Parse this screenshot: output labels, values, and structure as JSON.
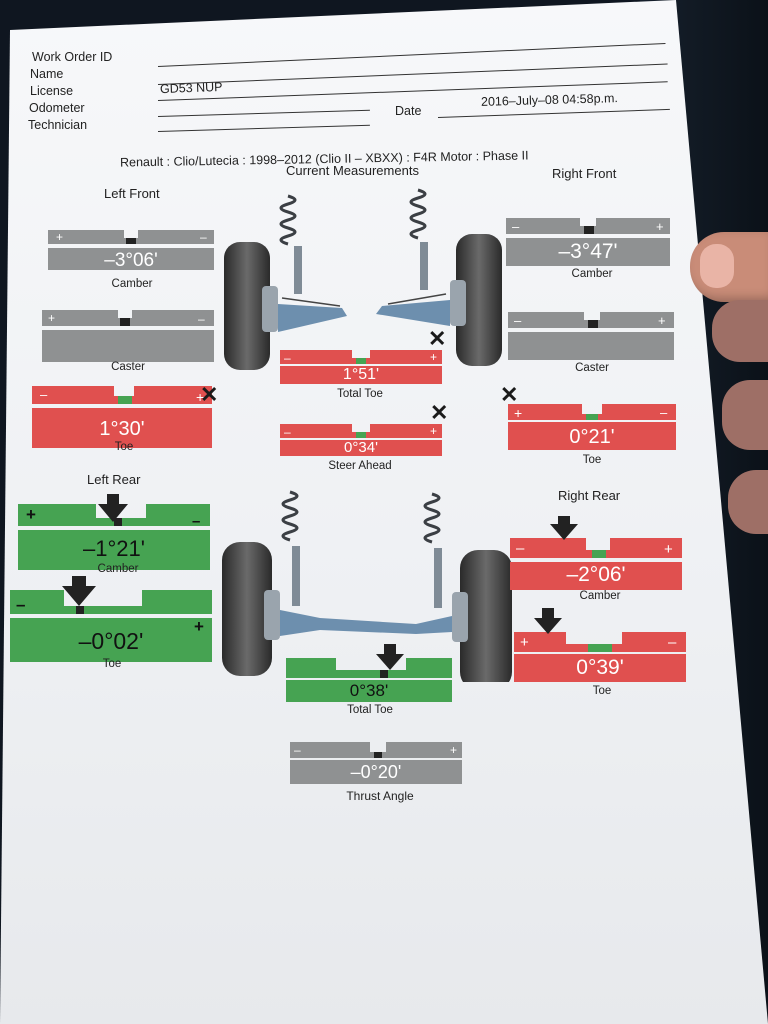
{
  "form": {
    "work_order_label": "Work Order ID",
    "name_label": "Name",
    "license_label": "License",
    "license_value": "GD53 NUP",
    "odometer_label": "Odometer",
    "technician_label": "Technician",
    "date_label": "Date",
    "date_value": "2016–July–08 04:58p.m."
  },
  "vehicle_title": "Renault : Clio/Lutecia : 1998–2012 (Clio II – XBXX) : F4R Motor : Phase II",
  "headings": {
    "current": "Current Measurements",
    "left_front": "Left Front",
    "right_front": "Right Front",
    "left_rear": "Left Rear",
    "right_rear": "Right Rear"
  },
  "colors": {
    "gray": "#8f9192",
    "red": "#e0504f",
    "green": "#46a352"
  },
  "gauges": {
    "lf_camber": {
      "value": "–3°06'",
      "label": "Camber",
      "status": "gray"
    },
    "lf_caster": {
      "value": "",
      "label": "Caster",
      "status": "gray"
    },
    "lf_toe": {
      "value": "1°30'",
      "label": "Toe",
      "status": "red"
    },
    "total_toe_front": {
      "value": "1°51'",
      "label": "Total Toe",
      "status": "red"
    },
    "steer_ahead": {
      "value": "0°34'",
      "label": "Steer Ahead",
      "status": "red"
    },
    "rf_camber": {
      "value": "–3°47'",
      "label": "Camber",
      "status": "gray"
    },
    "rf_caster": {
      "value": "",
      "label": "Caster",
      "status": "gray"
    },
    "rf_toe": {
      "value": "0°21'",
      "label": "Toe",
      "status": "red"
    },
    "lr_camber": {
      "value": "–1°21'",
      "label": "Camber",
      "status": "green"
    },
    "lr_toe": {
      "value": "–0°02'",
      "label": "Toe",
      "status": "green"
    },
    "total_toe_rear": {
      "value": "0°38'",
      "label": "Total Toe",
      "status": "green"
    },
    "rr_camber": {
      "value": "–2°06'",
      "label": "Camber",
      "status": "red"
    },
    "rr_toe": {
      "value": "0°39'",
      "label": "Toe",
      "status": "red"
    },
    "thrust_angle": {
      "value": "–0°20'",
      "label": "Thrust Angle",
      "status": "gray"
    }
  },
  "icons": {
    "out_of_spec": "cross-mark-icon",
    "position_indicator": "down-arrow-icon"
  }
}
